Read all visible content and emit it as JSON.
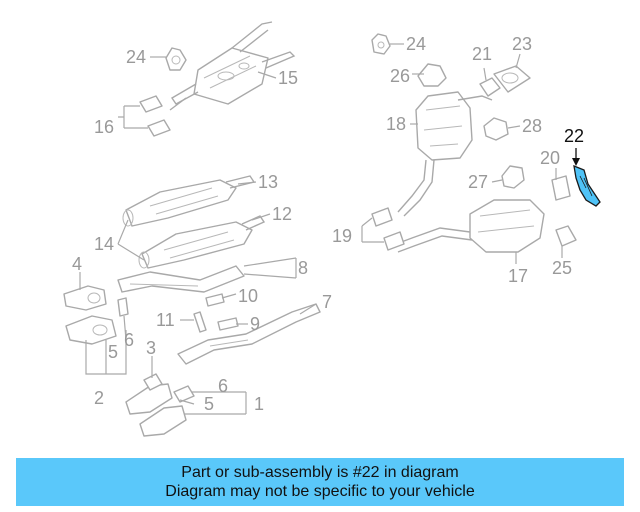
{
  "colors": {
    "banner_bg": "#5ac8fa",
    "highlight_fill": "#4fc3f7",
    "line_gray": "#a9a9a9",
    "callout_gray": "#999999"
  },
  "callouts": {
    "c1": "1",
    "c2": "2",
    "c3": "3",
    "c4": "4",
    "c5a": "5",
    "c5b": "5",
    "c6a": "6",
    "c6b": "6",
    "c7": "7",
    "c8": "8",
    "c9": "9",
    "c10": "10",
    "c11": "11",
    "c12": "12",
    "c13": "13",
    "c14": "14",
    "c15": "15",
    "c16": "16",
    "c17": "17",
    "c18": "18",
    "c19": "19",
    "c20": "20",
    "c21": "21",
    "c22": "22",
    "c23": "23",
    "c24a": "24",
    "c24b": "24",
    "c25": "25",
    "c26": "26",
    "c27": "27",
    "c28": "28"
  },
  "banner": {
    "line1": "Part or sub-assembly is #22 in diagram",
    "line2": "Diagram may not be specific to your vehicle"
  }
}
